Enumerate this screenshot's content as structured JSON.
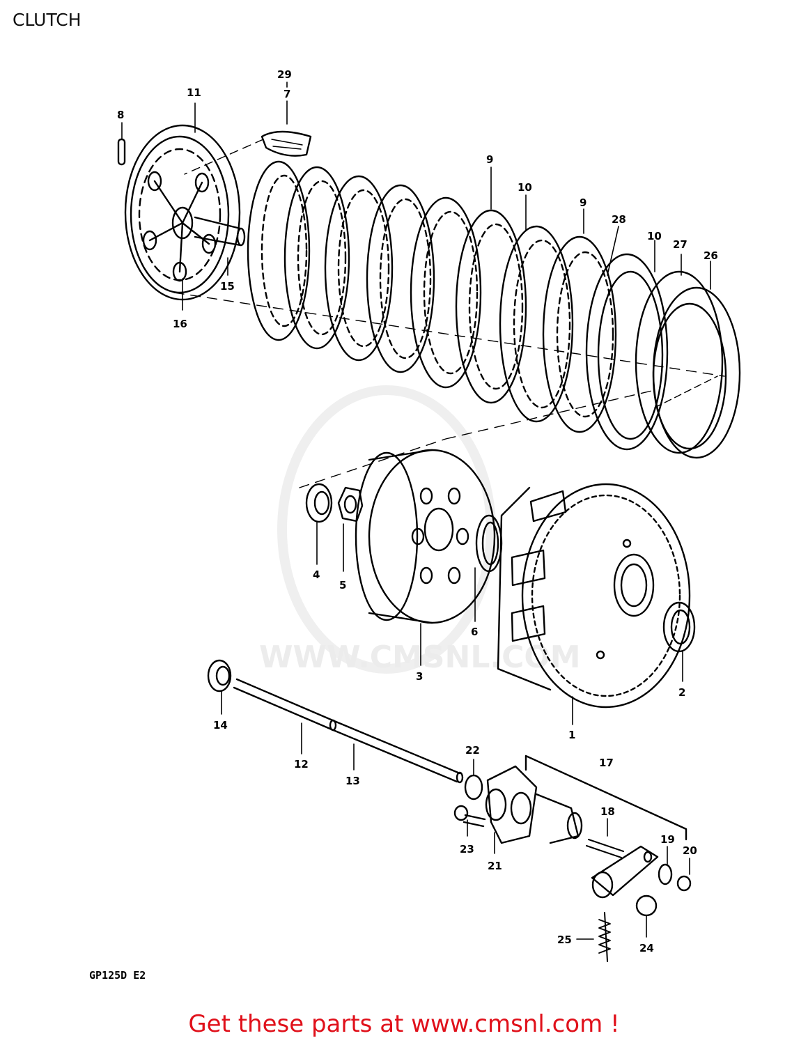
{
  "title": "CLUTCH",
  "model_code": "GP125D E2",
  "watermark": "WWW.CMSNL.COM",
  "footer_link": "Get these parts at www.cmsnl.com !",
  "labels": {
    "p1": "1",
    "p2": "2",
    "p3": "3",
    "p4": "4",
    "p5": "5",
    "p6": "6",
    "p7": "7",
    "p8": "8",
    "p9a": "9",
    "p9b": "9",
    "p10a": "10",
    "p10b": "10",
    "p11": "11",
    "p12": "12",
    "p13": "13",
    "p14": "14",
    "p15": "15",
    "p16": "16",
    "p17": "17",
    "p18": "18",
    "p19": "19",
    "p20": "20",
    "p21": "21",
    "p22": "22",
    "p23": "23",
    "p24": "24",
    "p25": "25",
    "p26": "26",
    "p27": "27",
    "p28": "28",
    "p29": "29"
  }
}
